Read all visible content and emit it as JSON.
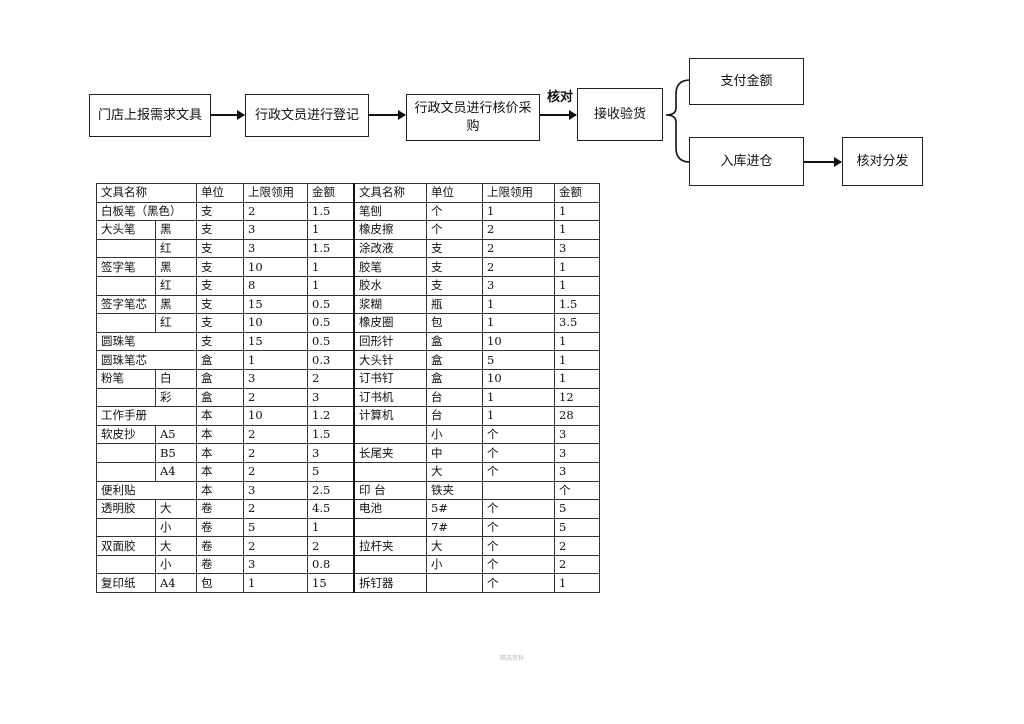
{
  "flow": {
    "step1": "门店上报需求文具",
    "step2": "行政文员进行登记",
    "step3": "行政文员进行核价采购",
    "step3_arrow_label": "核对",
    "step4": "接收验货",
    "branch_top": "支付金额",
    "branch_bottom": "入库进仓",
    "step6": "核对分发"
  },
  "table": {
    "headers": [
      "文具名称",
      "单位",
      "上限领用",
      "金额",
      "文具名称",
      "单位",
      "上限领用",
      "金额"
    ],
    "rows": [
      [
        "白板笔（黑色）",
        "",
        "支",
        "2",
        "1.5",
        "笔刨",
        "个",
        "1",
        "1"
      ],
      [
        "大头笔",
        "黑",
        "支",
        "3",
        "1",
        "橡皮擦",
        "个",
        "2",
        "1"
      ],
      [
        "",
        "红",
        "支",
        "3",
        "1.5",
        "涂改液",
        "支",
        "2",
        "3"
      ],
      [
        "签字笔",
        "黑",
        "支",
        "10",
        "1",
        "胶笔",
        "支",
        "2",
        "1"
      ],
      [
        "",
        "红",
        "支",
        "8",
        "1",
        "胶水",
        "支",
        "3",
        "1"
      ],
      [
        "签字笔芯",
        "黑",
        "支",
        "15",
        "0.5",
        "浆糊",
        "瓶",
        "1",
        "1.5"
      ],
      [
        "",
        "红",
        "支",
        "10",
        "0.5",
        "橡皮圈",
        "包",
        "1",
        "3.5"
      ],
      [
        "圆珠笔",
        "",
        "支",
        "15",
        "0.5",
        "回形针",
        "盒",
        "10",
        "1"
      ],
      [
        "圆珠笔芯",
        "",
        "盒",
        "1",
        "0.3",
        "大头针",
        "盒",
        "5",
        "1"
      ],
      [
        "粉笔",
        "白",
        "盒",
        "3",
        "2",
        "订书钉",
        "盒",
        "10",
        "1"
      ],
      [
        "",
        "彩",
        "盒",
        "2",
        "3",
        "订书机",
        "台",
        "1",
        "12"
      ],
      [
        "工作手册",
        "",
        "本",
        "10",
        "1.2",
        "计算机",
        "台",
        "1",
        "28"
      ],
      [
        "软皮抄",
        "A5",
        "本",
        "2",
        "1.5",
        "",
        "小",
        "个",
        "3"
      ],
      [
        "",
        "B5",
        "本",
        "2",
        "3",
        "长尾夹",
        "中",
        "个",
        "3"
      ],
      [
        "",
        "A4",
        "本",
        "2",
        "5",
        "",
        "大",
        "个",
        "3"
      ],
      [
        "便利贴",
        "",
        "本",
        "3",
        "2.5",
        "印  台",
        "铁夹",
        "",
        "个"
      ],
      [
        "透明胶",
        "大",
        "卷",
        "2",
        "4.5",
        "电池",
        "5#",
        "个",
        "5"
      ],
      [
        "",
        "小",
        "卷",
        "5",
        "1",
        "",
        "7#",
        "个",
        "5"
      ],
      [
        "双面胶",
        "大",
        "卷",
        "2",
        "2",
        "拉杆夹",
        "大",
        "个",
        "2"
      ],
      [
        "",
        "小",
        "卷",
        "3",
        "0.8",
        "",
        "小",
        "个",
        "2"
      ],
      [
        "复印纸",
        "A4",
        "包",
        "1",
        "15",
        "拆钉器",
        "",
        "个",
        "1"
      ]
    ]
  },
  "watermark": "精选资料"
}
